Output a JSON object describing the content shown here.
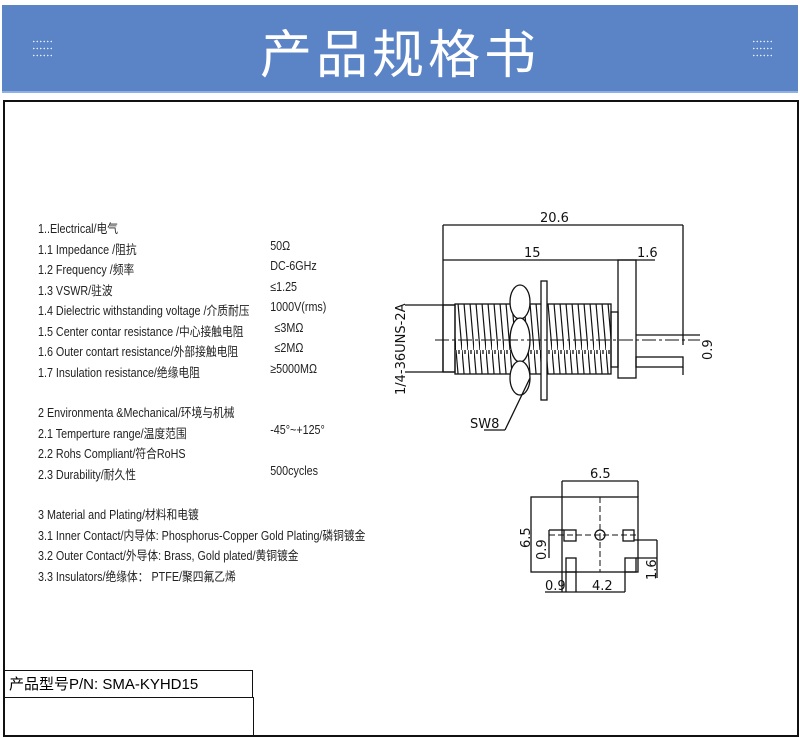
{
  "header": {
    "title": "产品规格书"
  },
  "specs": {
    "electrical": {
      "title": "1..Electrical/电气",
      "items": [
        {
          "label": "1.1 Impedance  /阻抗",
          "value": "50Ω"
        },
        {
          "label": "1.2 Frequency /频率",
          "value": "DC-6GHz"
        },
        {
          "label": "1.3 VSWR/驻波",
          "value": "≤1.25"
        },
        {
          "label": "1.4 Dielectric withstanding voltage /介质耐压",
          "value": "1000V(rms)"
        },
        {
          "label": "1.5 Center contar resistance /中心接触电阻",
          "value": "≤3MΩ"
        },
        {
          "label": "1.6 Outer contart resistance/外部接触电阻",
          "value": "≤2MΩ"
        },
        {
          "label": "1.7 Insulation  resistance/绝缘电阻",
          "value": "≥5000MΩ"
        }
      ]
    },
    "environmental": {
      "title": "2 Environmenta &Mechanical/环境与机械",
      "items": [
        {
          "label": "2.1 Temperture range/温度范围",
          "value": "-45°~+125°"
        },
        {
          "label": "2.2 Rohs Compliant/符合RoHS",
          "value": ""
        },
        {
          "label": "2.3 Durability/耐久性",
          "value": "500cycles"
        }
      ]
    },
    "material": {
      "title": "3 Material and Plating/材料和电镀",
      "items": [
        {
          "label": "3.1 Inner Contact/内导体:  Phosphorus-Copper Gold Plating/磷铜镀金"
        },
        {
          "label": "3.2 Outer Contact/外导体: Brass, Gold plated/黄铜镀金"
        },
        {
          "label": "3.3 Insulators/绝缘体： PTFE/聚四氟乙烯"
        }
      ]
    }
  },
  "drawing": {
    "side": {
      "overall": "20.6",
      "body": "15",
      "flange": "1.6",
      "pin": "0.9",
      "thread": "1/4-36UNS-2A",
      "hex": "SW8"
    },
    "bottom": {
      "width": "6.5",
      "height": "6.5",
      "pad_offset": "0.9",
      "pad_width": "0.9",
      "pad_spacing": "4.2",
      "pad_height": "1.6"
    }
  },
  "part": {
    "label": "产品型号P/N:  SMA-KYHD15"
  }
}
